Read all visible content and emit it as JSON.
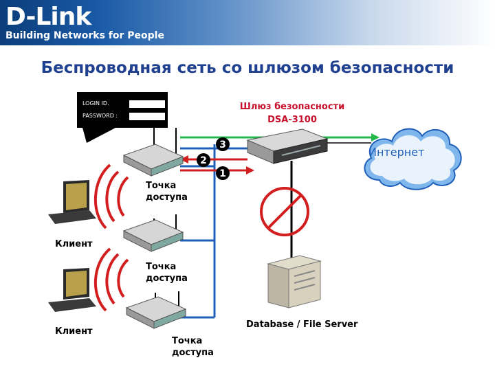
{
  "header": {
    "logo": "D-Link",
    "tagline": "Building Networks for People",
    "bg_color": "#0b3d7a"
  },
  "title": "Беспроводная сеть со шлюзом безопасности",
  "gateway": {
    "line1": "Шлюз безопасности",
    "line2": "DSA-3100",
    "color": "#c8102e"
  },
  "internet": {
    "label": "Интернет",
    "color": "#1f5fb8"
  },
  "login_box": {
    "id_label": "LOGIN ID.",
    "password_label": "PASSWORD :"
  },
  "steps": [
    "1",
    "2",
    "3"
  ],
  "line_colors": {
    "green": "#22b94a",
    "blue": "#1f5fb8",
    "red": "#d21e1e"
  },
  "access_point_label_1": "Точка",
  "access_point_label_2": "доступа",
  "client_label": "Клиент",
  "server_label": "Database / File Server"
}
